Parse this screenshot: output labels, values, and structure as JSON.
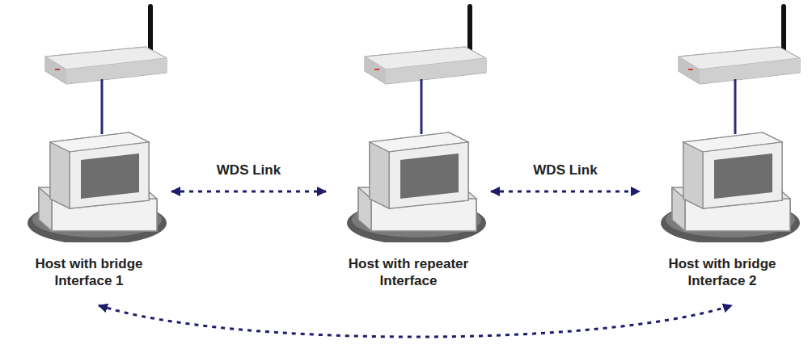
{
  "diagram": {
    "nodes": [
      {
        "text": [
          "Host with bridge Interface 1"
        ]
      },
      {
        "text": [
          "Host with repeater Interface"
        ]
      },
      {
        "text": [
          "Host with bridge Interface 2"
        ]
      }
    ],
    "edges": [
      {
        "from": 0,
        "to": 1,
        "arrow": "both",
        "label": "WDS Link"
      },
      {
        "from": 1,
        "to": 2,
        "arrow": "both",
        "label": "WDS Link"
      },
      {
        "from": 0,
        "to": 2,
        "arrow": "both"
      }
    ]
  }
}
